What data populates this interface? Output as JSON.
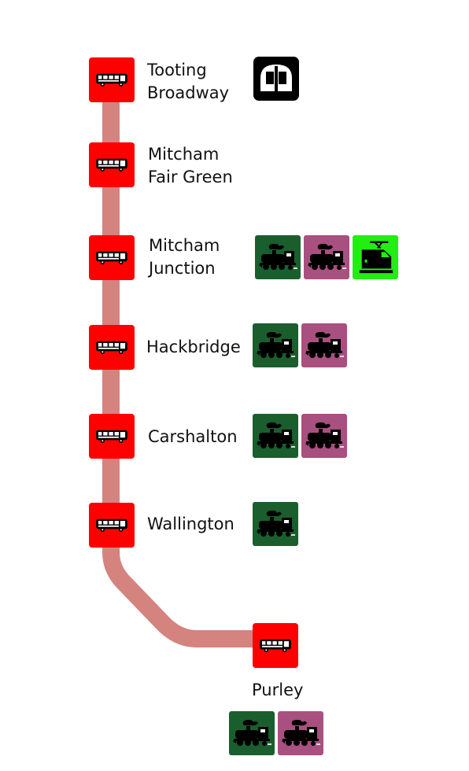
{
  "colors": {
    "route_line": "#d4837f",
    "bus_stop": "#ff0000",
    "national_rail_southern": "#1b5e2e",
    "national_rail_thameslink": "#a8507f",
    "tramlink": "#22ee11",
    "underground": "#000000"
  },
  "stations": [
    {
      "id": "tooting-broadway",
      "line1": "Tooting",
      "line2": "Broadway",
      "connections": [
        "underground"
      ]
    },
    {
      "id": "mitcham-fair-green",
      "line1": "Mitcham",
      "line2": "Fair Green",
      "connections": []
    },
    {
      "id": "mitcham-junction",
      "line1": "Mitcham",
      "line2": "Junction",
      "connections": [
        "rail-southern",
        "rail-thameslink",
        "tram"
      ]
    },
    {
      "id": "hackbridge",
      "line1": "Hackbridge",
      "line2": "",
      "connections": [
        "rail-southern",
        "rail-thameslink"
      ]
    },
    {
      "id": "carshalton",
      "line1": "Carshalton",
      "line2": "",
      "connections": [
        "rail-southern",
        "rail-thameslink"
      ]
    },
    {
      "id": "wallington",
      "line1": "Wallington",
      "line2": "",
      "connections": [
        "rail-southern"
      ]
    },
    {
      "id": "purley",
      "line1": "Purley",
      "line2": "",
      "connections": [
        "rail-southern",
        "rail-thameslink"
      ]
    }
  ]
}
